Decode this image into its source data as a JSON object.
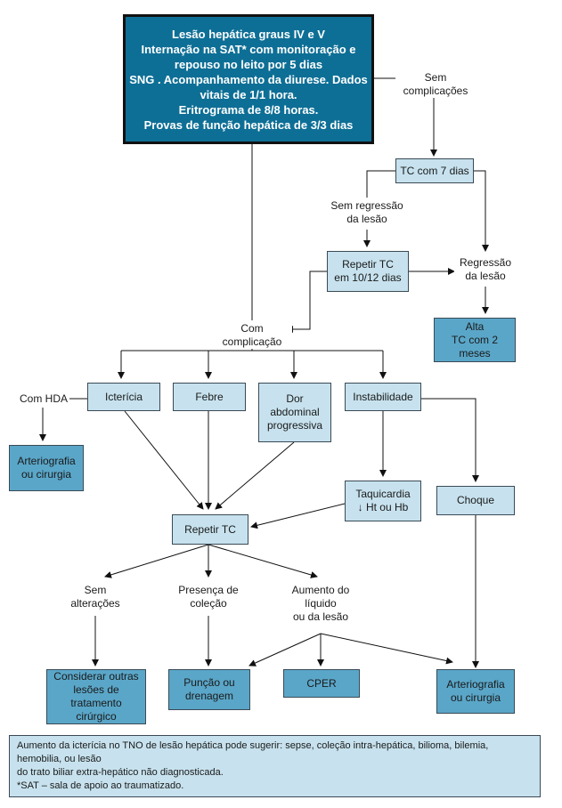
{
  "top_box": {
    "lines": [
      "Lesão hepática graus IV e V",
      "Internação na SAT* com monitoração e",
      "repouso no leito por 5 dias",
      "SNG . Acompanhamento da diurese. Dados",
      "vitais de 1/1 hora.",
      "Eritrograma de 8/8 horas.",
      "Provas de função hepática de 3/3 dias"
    ]
  },
  "labels": {
    "sem_complicacoes": "Sem complicações",
    "sem_regressao": [
      "Sem regressão",
      "da lesão"
    ],
    "regressao": [
      "Regressão",
      "da lesão"
    ],
    "com_complicacao": "Com complicação",
    "com_hda": "Com HDA",
    "sem_alteracoes": [
      "Sem",
      "alterações"
    ],
    "presenca_colecao": [
      "Presença de",
      "coleção"
    ],
    "aumento_liquido": [
      "Aumento do",
      "líquido",
      "ou da lesão"
    ]
  },
  "boxes": {
    "tc7": "TC com 7 dias",
    "repetir_tc_1012": [
      "Repetir TC",
      "em 10/12 dias"
    ],
    "alta": [
      "Alta",
      "TC com 2 meses"
    ],
    "ictericia": "Icterícia",
    "febre": "Febre",
    "dor": [
      "Dor",
      "abdominal",
      "progressiva"
    ],
    "instabilidade": "Instabilidade",
    "arteriografia_hda": [
      "Arteriografia",
      "ou cirurgia"
    ],
    "taquicardia": [
      "Taquicardia",
      "↓ Ht ou Hb"
    ],
    "choque": "Choque",
    "repetir_tc": "Repetir TC",
    "considerar": [
      "Considerar outras",
      "lesões de",
      "tratamento cirúrgico"
    ],
    "puncao": [
      "Punção ou",
      "drenagem"
    ],
    "cper": "CPER",
    "arteriografia_final": [
      "Arteriografia",
      "ou cirurgia"
    ]
  },
  "footnote": [
    "Aumento da icterícia no TNO de lesão hepática pode sugerir: sepse, coleção intra-hepática, bilioma, bilemia, hemobilia, ou lesão",
    "do trato biliar extra-hepático não diagnosticada.",
    "*SAT – sala de apoio ao traumatizado."
  ],
  "colors": {
    "box_light": "#c7e2ee",
    "box_mid": "#5aa6c8",
    "box_top": "#0e6f96",
    "line": "#111111"
  }
}
